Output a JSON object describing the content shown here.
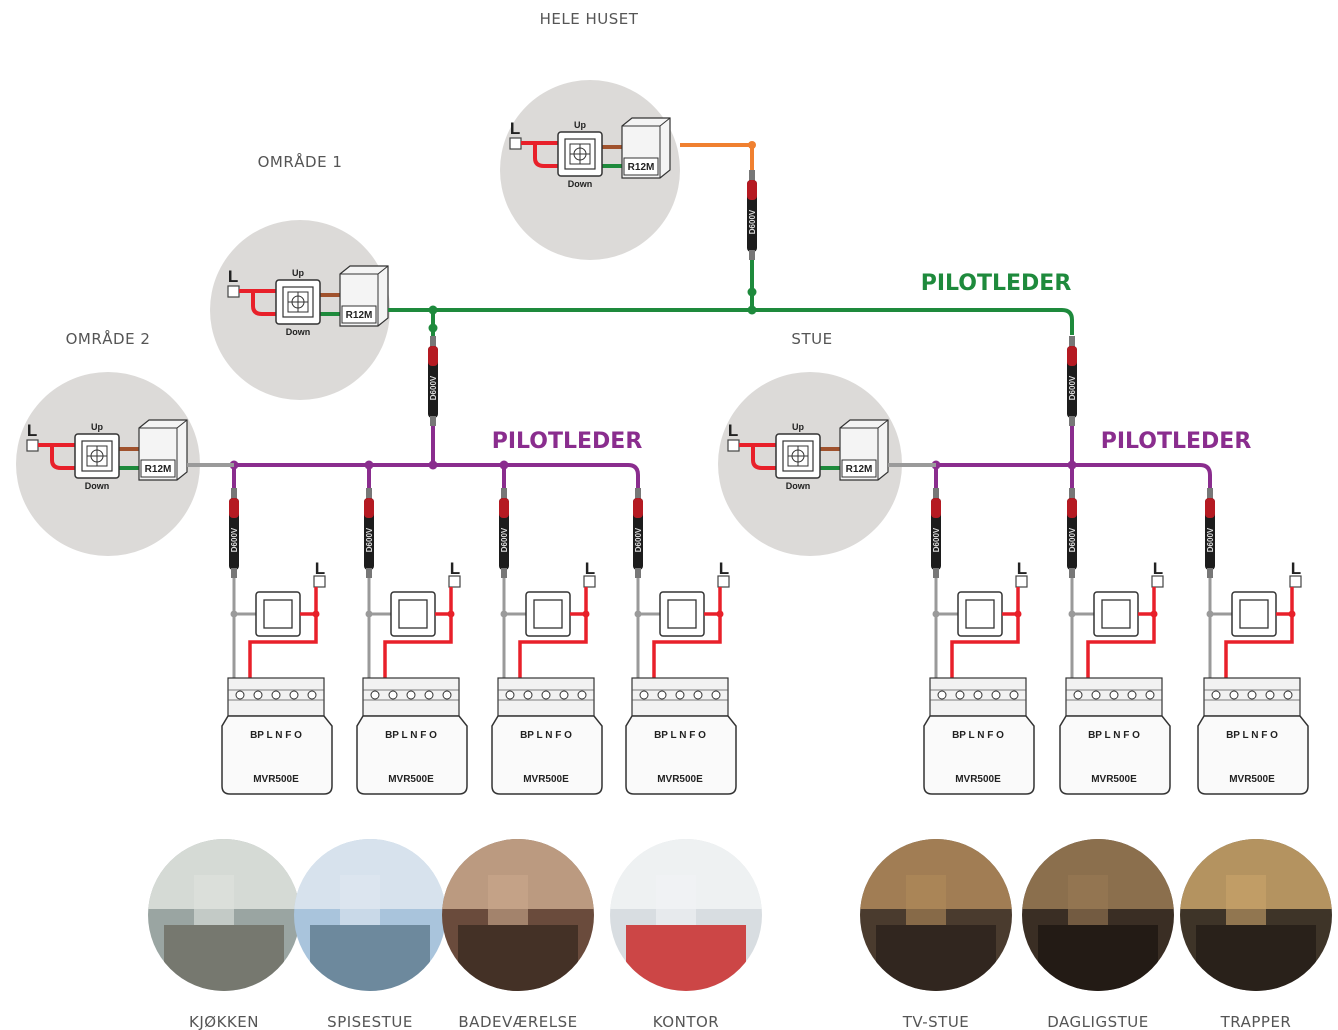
{
  "zones": {
    "hele_huset": "HELE HUSET",
    "omrade1": "OMRÅDE 1",
    "omrade2": "OMRÅDE 2",
    "stue": "STUE"
  },
  "bus_labels": {
    "main": "PILOTLEDER",
    "left": "PILOTLEDER",
    "right": "PILOTLEDER"
  },
  "controller": {
    "up": "Up",
    "down": "Down",
    "model": "R12M",
    "line": "L"
  },
  "diode": "D600V",
  "receiver": {
    "model": "MVR500E",
    "pins": "BP L N F O",
    "line": "L"
  },
  "rooms": [
    "KJØKKEN",
    "SPISESTUE",
    "BADEVÆRELSE",
    "KONTOR",
    "TV-STUE",
    "DAGLIGSTUE",
    "TRAPPER"
  ],
  "colors": {
    "green_bus": "#1e8a3c",
    "purple_bus": "#8a2d8e",
    "orange_bus": "#f08030",
    "red_wire": "#e8202a",
    "brown_wire": "#a0522d",
    "grey_wire": "#9a9a9a",
    "circle_bg": "#dcdad8"
  }
}
